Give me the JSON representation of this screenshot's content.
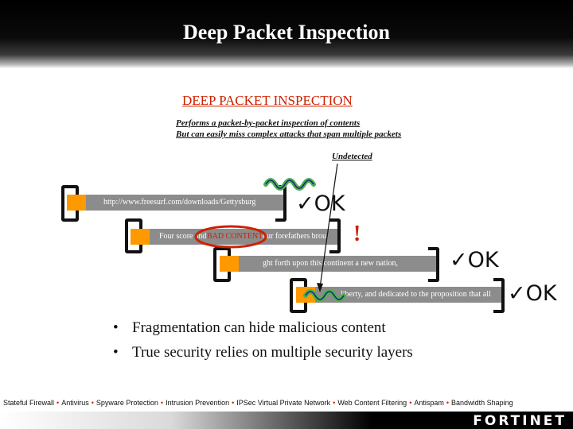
{
  "slide": {
    "title": "Deep Packet Inspection",
    "subtitle": "DEEP PACKET INSPECTION",
    "lines": [
      "Performs a packet-by-packet inspection of contents",
      "But can easily miss complex attacks that span multiple packets"
    ],
    "undetected": "Undetected",
    "packets": [
      {
        "text": "http://www.freesurf.com/downloads/Gettysburg"
      },
      {
        "text_before": "Four score and",
        "highlight": "BAD CONTENT",
        "text_after": "our forefathers brou"
      },
      {
        "text": "ght forth upon this continent a new nation,"
      },
      {
        "text": "liberty, and dedicated to the proposition that all"
      }
    ],
    "check_ok": "✓OK",
    "exclaim": "!",
    "bullets": [
      "Fragmentation can hide malicious content",
      "True security relies on multiple security layers"
    ],
    "bullet_symbol": "•",
    "footer_items": [
      "Stateful Firewall",
      "Antivirus",
      "Spyware Protection",
      "Intrusion Prevention",
      "IPSec Virtual Private Network",
      "Web Content Filtering",
      "Antispam",
      "Bandwidth Shaping"
    ],
    "footer_separator": "•",
    "logo": "FORTINET"
  },
  "colors": {
    "accent_red": "#cc2200",
    "packet_gray": "#8c8c8c",
    "packet_orange": "#ff9900",
    "worm_green": "#4caf50",
    "worm_blue": "#1a237e"
  }
}
